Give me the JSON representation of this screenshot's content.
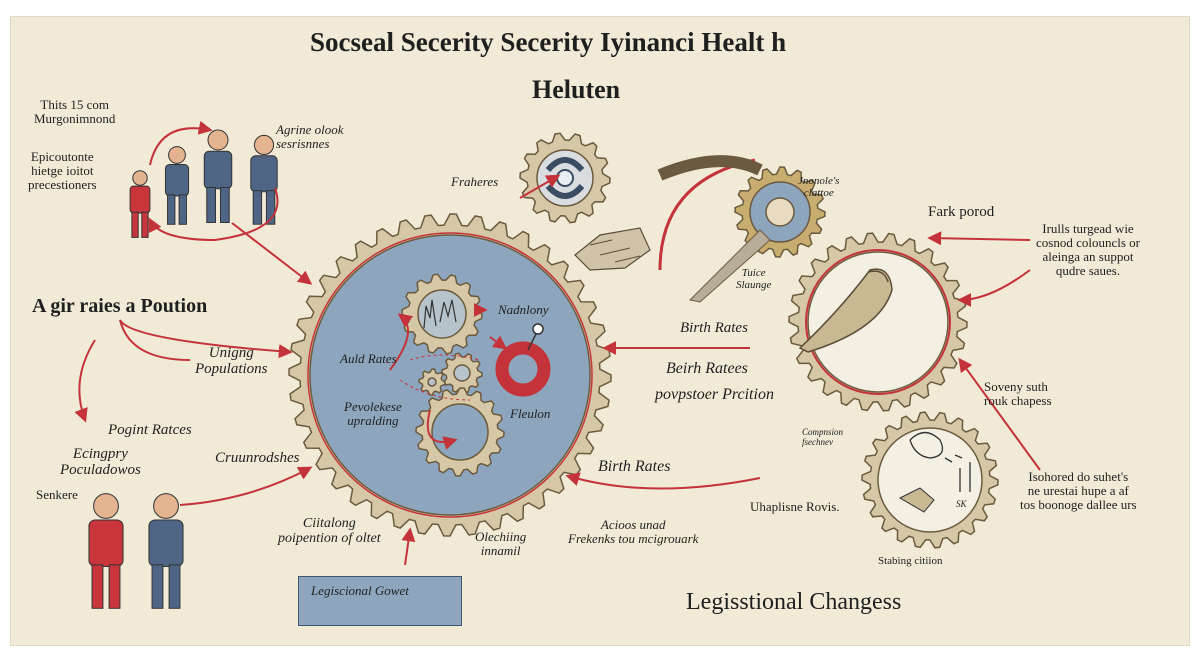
{
  "header": {
    "title": "Socseal Secerity Secerity Iyinanci Healt h",
    "subtitle": "Heluten"
  },
  "labels": {
    "top_left": "Thits 15 com\nMurgonimnond",
    "top_left_2": "Epicoutonte\nhietge ioitot\nprecestioners",
    "top_people": "Agrine olook\nsesrisnnes",
    "fraheres": "Fraheres",
    "aging": "A gir raies a Poution",
    "unging": "Unigng\nPopulations",
    "pogint": "Pogint Ratces",
    "ecingpry": "Ecingpry\nPoculadowos",
    "senkere": "Senkere",
    "cruunod": "Cruunrodshes",
    "ciitalong": "Ciitalong\npoipention of oltet",
    "legis_box": "Legiscional Gowet",
    "nadnlony": "Nadnlony",
    "auld": "Auld Rates",
    "pevolekese": "Pevolekese\nupralding",
    "fleulon": "Fleulon",
    "olechiing": "Olechiing\ninnamil",
    "jnonole": "Jnonole's\nclattoe",
    "tuice": "Tuice\nSlaunge",
    "fark": "Fark porod",
    "birth1": "Birth Rates",
    "birth2": "Beirh Ratees",
    "poypstoer": "povpstoer Prcition",
    "birth3": "Birth Rates",
    "acioos": "Acioos unad\nFrekenks tou mcigrouark",
    "irulls": "Irulls turgead wie\ncosnod colouncls or\naleinga an suppot\nqudre saues.",
    "soveny": "Soveny suth\nrouk chapess",
    "compnsion": "Compnsion\nfsechnev",
    "uhaplisne": "Uhaplisne Rovis.",
    "sk": "SK",
    "isohored": "Isohored do suhet's\nne urestai hupe a af\ntos boonoge dallee urs",
    "stabing": "Stabing citiion",
    "legis_changes": "Legisstional Changess"
  },
  "colors": {
    "background": "#f0ead7",
    "gear_fill": "#d6c8a6",
    "gear_stroke": "#6b5a3e",
    "hub_blue": "#8ea6bd",
    "arrow_red": "#c5333a",
    "suit_blue": "#4f6585",
    "shirt_red": "#c8363b"
  },
  "icons": [
    "gear-icon",
    "person-icon",
    "arrow-icon",
    "ring-icon",
    "horn-icon",
    "chart-icon"
  ]
}
